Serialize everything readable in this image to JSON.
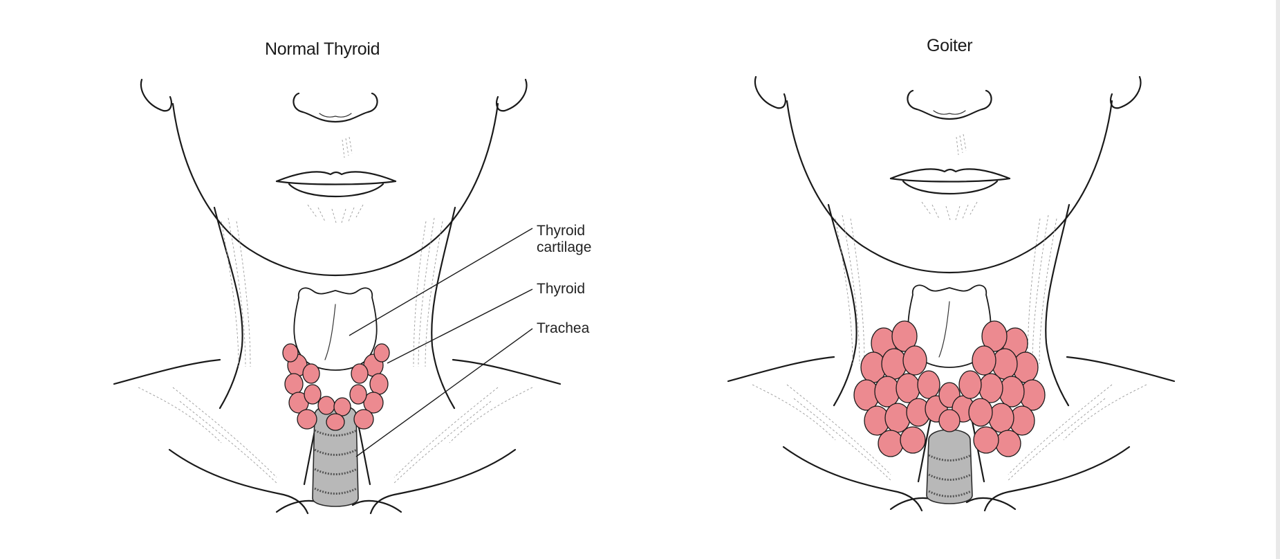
{
  "panels": {
    "normal": {
      "title": "Normal Thyroid"
    },
    "goiter": {
      "title": "Goiter"
    }
  },
  "labels": {
    "thyroid_cartilage": "Thyroid\ncartilage",
    "thyroid": "Thyroid",
    "trachea": "Trachea"
  },
  "colors": {
    "thyroid_tissue": "#ec8a90",
    "trachea": "#b8b8b8",
    "line": "#1a1a1a"
  }
}
